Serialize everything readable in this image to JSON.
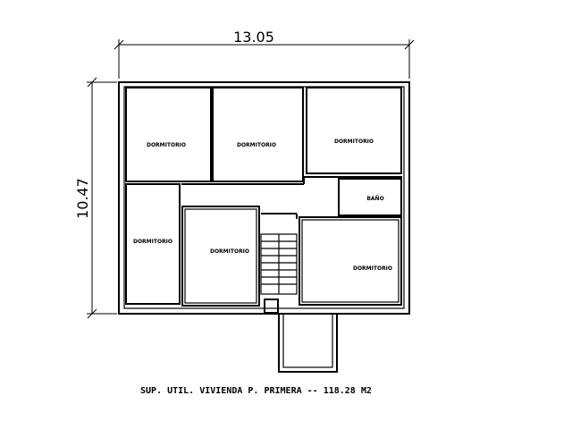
{
  "dimensions": {
    "width": "13.05",
    "height": "10.47"
  },
  "rooms": [
    {
      "label": "DORMITORIO"
    },
    {
      "label": "DORMITORIO"
    },
    {
      "label": "DORMITORIO"
    },
    {
      "label": "BAÑO"
    },
    {
      "label": "DORMITORIO"
    },
    {
      "label": "DORMITORIO"
    },
    {
      "label": "DORMITORIO"
    }
  ],
  "caption": "SUP. UTIL. VIVIENDA P. PRIMERA --  118.28 M2"
}
